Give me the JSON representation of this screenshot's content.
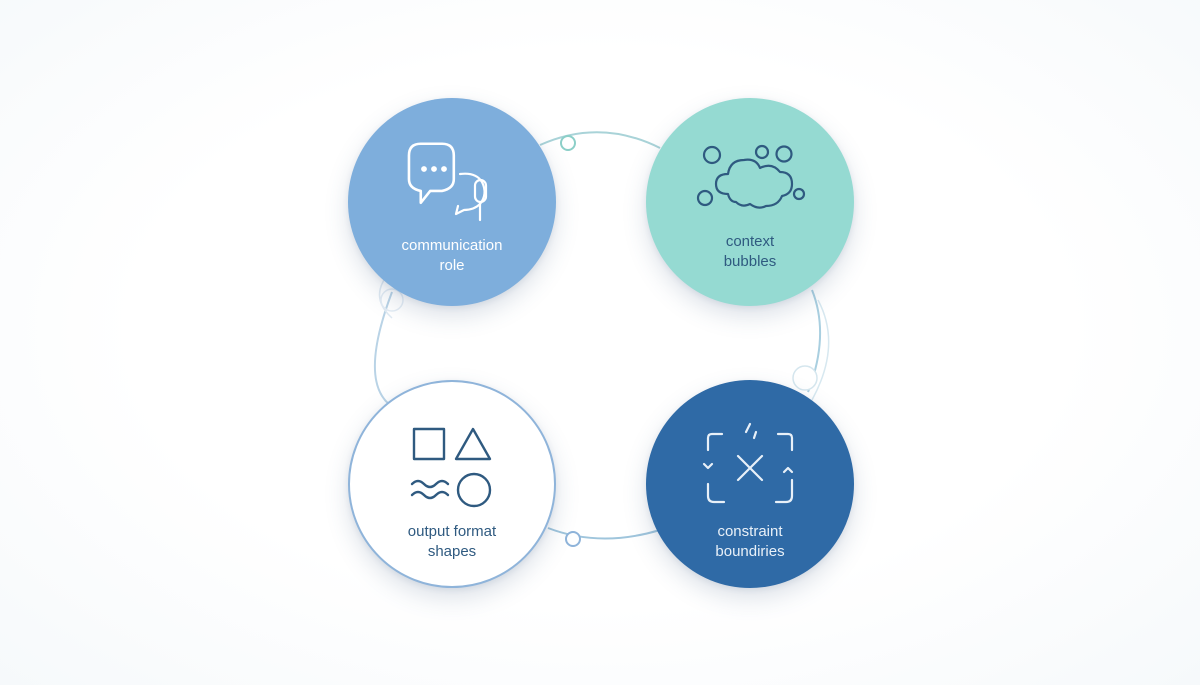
{
  "nodes": {
    "communication": {
      "line1": "communication",
      "line2": "role",
      "icon": "chat-bubble-microphone-icon"
    },
    "context": {
      "line1": "context",
      "line2": "bubbles",
      "icon": "cloud-bubbles-icon"
    },
    "output": {
      "line1": "output format",
      "line2": "shapes",
      "icon": "shapes-icon"
    },
    "constraint": {
      "line1": "constraint",
      "line2": "boundiries",
      "icon": "boundary-x-icon"
    }
  },
  "colors": {
    "communication": "#7eaedc",
    "context": "#95dad2",
    "output_border": "#8fb4da",
    "constraint": "#2f6aa6",
    "connector": "#9fc5dc",
    "icon_stroke": "#2f5a80"
  }
}
